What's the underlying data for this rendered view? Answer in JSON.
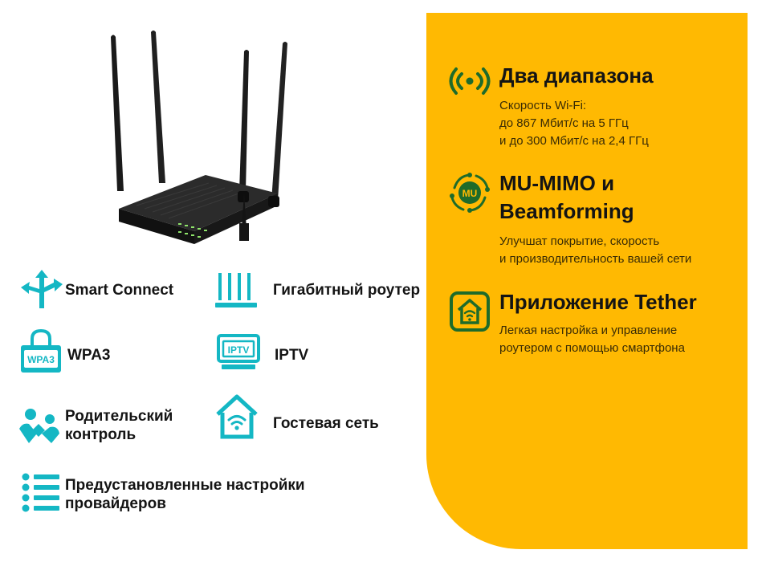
{
  "colors": {
    "panel": "#ffb902",
    "icon_teal": "#14b7c4",
    "icon_green": "#1e6b2a"
  },
  "left_features": {
    "smart_connect": {
      "label": "Smart Connect",
      "icon": "split-arrows-icon"
    },
    "gigabit": {
      "label": "Гигабитный роутер",
      "icon": "gigabit-antenna-icon"
    },
    "wpa3": {
      "label": "WPA3",
      "icon": "padlock-icon",
      "icon_text": "WPA3"
    },
    "iptv": {
      "label": "IPTV",
      "icon": "tv-icon",
      "icon_text": "IPTV"
    },
    "parental": {
      "label_line1": "Родительский",
      "label_line2": "контроль",
      "icon": "family-icon"
    },
    "guest": {
      "label": "Гостевая сеть",
      "icon": "home-wifi-icon"
    },
    "isp": {
      "label_line1": "Предустановленные настройки",
      "label_line2": "провайдеров",
      "icon": "list-icon"
    }
  },
  "right_features": {
    "dual_band": {
      "icon": "wireless-signal-icon",
      "title": "Два диапазона",
      "desc_line1": "Скорость Wi-Fi:",
      "desc_line2": "до 867 Мбит/с на 5 ГГц",
      "desc_line3": "и до 300 Мбит/с на 2,4 ГГц"
    },
    "mumimo": {
      "icon": "mu-mimo-icon",
      "icon_text": "MU",
      "title_line1": "MU-MIMO и",
      "title_line2": "Beamforming",
      "desc_line1": "Улучшат покрытие, скорость",
      "desc_line2": "и производительность вашей сети"
    },
    "tether": {
      "icon": "tether-app-icon",
      "title": "Приложение Tether",
      "desc_line1": "Легкая настройка и управление",
      "desc_line2": "роутером с помощью смартфона"
    }
  }
}
